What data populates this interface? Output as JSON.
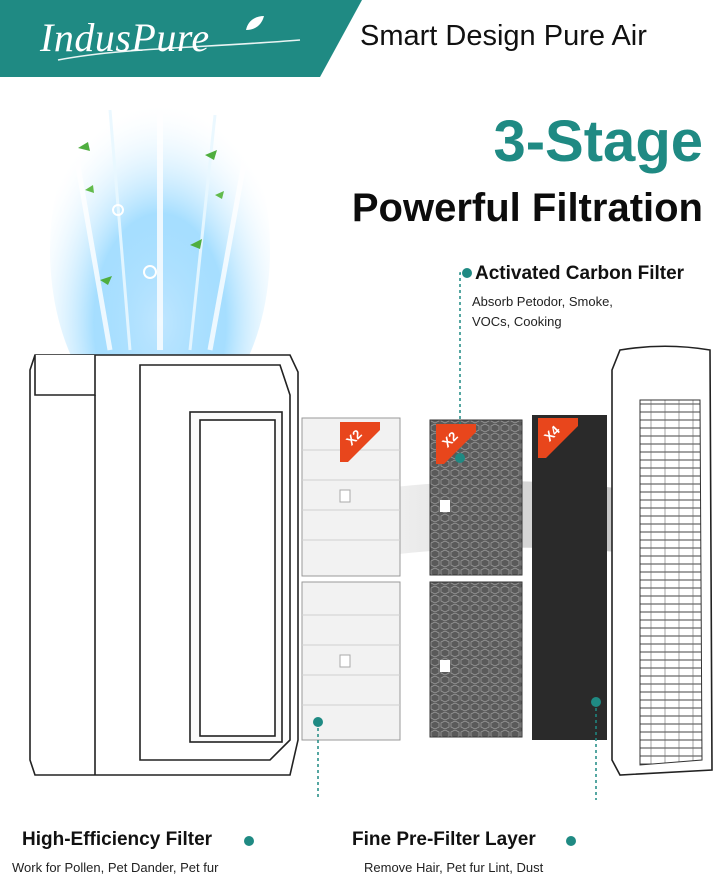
{
  "brand": {
    "logo_text": "IndusPure",
    "tagline": "Smart Design Pure Air",
    "accent_color": "#1f8a83"
  },
  "headline": {
    "line1": "3-Stage",
    "line2": "Powerful Filtration"
  },
  "filters": {
    "carbon": {
      "title": "Activated Carbon Filter",
      "desc_line1": "Absorb Petodor, Smoke,",
      "desc_line2": "VOCs, Cooking",
      "quantity": "X2",
      "icon": "dot-marker-icon"
    },
    "hepa": {
      "title": "High-Efficiency Filter",
      "desc": "Work for Pollen, Pet Dander, Pet fur",
      "quantity": "X2",
      "icon": "dot-marker-icon"
    },
    "prefilter": {
      "title": "Fine Pre-Filter Layer",
      "desc": "Remove Hair, Pet fur Lint, Dust",
      "quantity": "X4",
      "icon": "dot-marker-icon"
    }
  },
  "badge_color": "#e8461c"
}
